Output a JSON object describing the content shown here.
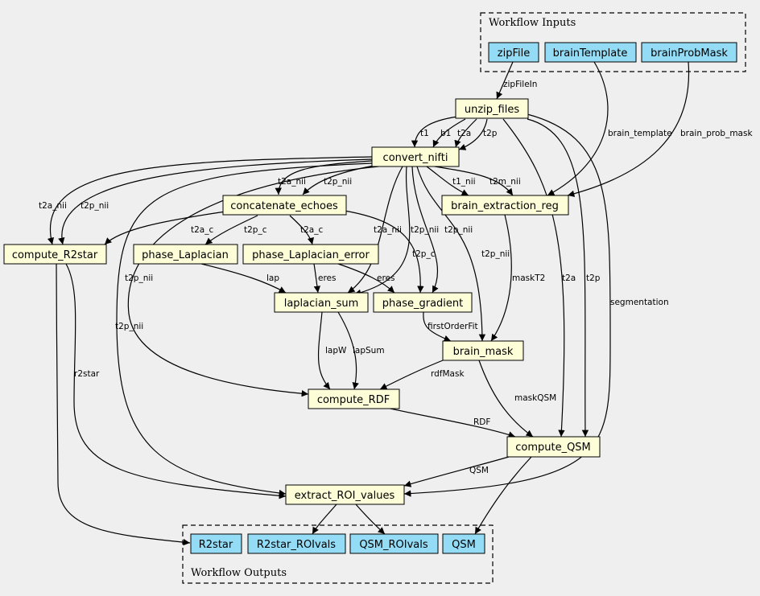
{
  "clusters": {
    "inputs": "Workflow Inputs",
    "outputs": "Workflow Outputs"
  },
  "nodes": {
    "zipFile": "zipFile",
    "brainTemplate": "brainTemplate",
    "brainProbMask": "brainProbMask",
    "unzip_files": "unzip_files",
    "convert_nifti": "convert_nifti",
    "concatenate_echoes": "concatenate_echoes",
    "brain_extraction_reg": "brain_extraction_reg",
    "compute_R2star": "compute_R2star",
    "phase_Laplacian": "phase_Laplacian",
    "phase_Laplacian_error": "phase_Laplacian_error",
    "laplacian_sum": "laplacian_sum",
    "phase_gradient": "phase_gradient",
    "brain_mask": "brain_mask",
    "compute_RDF": "compute_RDF",
    "compute_QSM": "compute_QSM",
    "extract_ROI_values": "extract_ROI_values",
    "out_R2star": "R2star",
    "out_R2star_ROIvals": "R2star_ROIvals",
    "out_QSM_ROIvals": "QSM_ROIvals",
    "out_QSM": "QSM"
  },
  "edges": {
    "zipFileIn": "zipFileIn",
    "t1": "t1",
    "b1": "b1",
    "t2a": "t2a",
    "t2p": "t2p",
    "brain_template": "brain_template",
    "brain_prob_mask": "brain_prob_mask",
    "t2a_nii_concat": "t2a_nii",
    "t2p_nii_concat": "t2p_nii",
    "t1_nii": "t1_nii",
    "t2m_nii": "t2m_nii",
    "t2a_nii_r2": "t2a_nii",
    "t2p_nii_r2": "t2p_nii",
    "t2a_c_r2": "t2a_c",
    "t2p_c_lap": "t2p_c",
    "t2a_c_laperr": "t2a_c",
    "t2a_nii_lapsum": "t2a_nii",
    "t2p_nii_lapsum": "t2p_nii",
    "t2p_nii_grad": "t2p_nii",
    "t2p_c_grad": "t2p_c",
    "t2p_nii_mask": "t2p_nii",
    "t2p_nii_rdf": "t2p_nii",
    "t2p_nii_roi": "t2p_nii",
    "lap": "lap",
    "eres_sum": "eres",
    "eres_grad": "eres",
    "maskT2": "maskT2",
    "t2a_qsm": "t2a",
    "t2p_qsm": "t2p",
    "segmentation": "segmentation",
    "firstOrderFit": "firstOrderFit",
    "lapW": "lapW",
    "lapSum": "lapSum",
    "rdfMask": "rdfMask",
    "maskQSM": "maskQSM",
    "r2star": "r2star",
    "RDF": "RDF",
    "QSM": "QSM"
  }
}
